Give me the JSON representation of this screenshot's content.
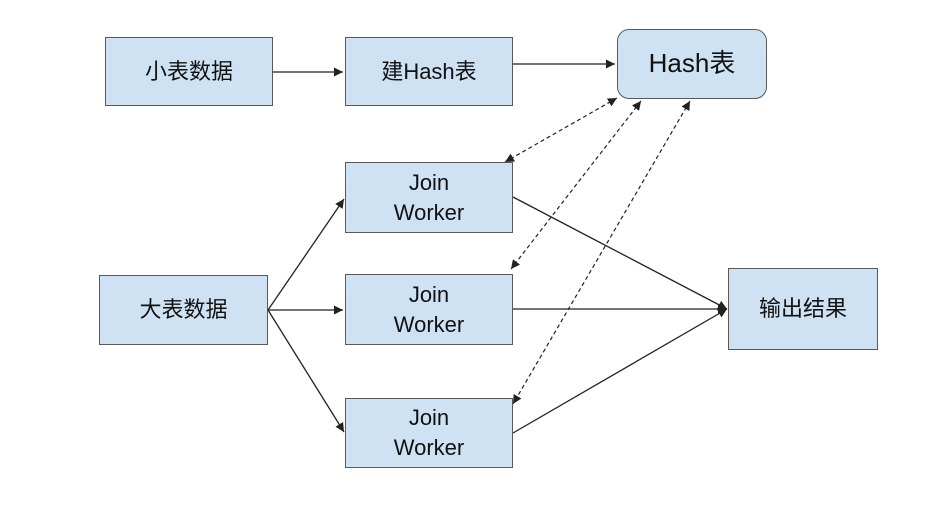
{
  "diagram": {
    "nodes": {
      "small_table_data": "小表数据",
      "build_hash_table": "建Hash表",
      "hash_table": "Hash表",
      "big_table_data": "大表数据",
      "join_worker_1": "Join\nWorker",
      "join_worker_2": "Join\nWorker",
      "join_worker_3": "Join\nWorker",
      "output_result": "输出结果"
    },
    "edges": [
      {
        "from": "small_table_data",
        "to": "build_hash_table",
        "style": "solid"
      },
      {
        "from": "build_hash_table",
        "to": "hash_table",
        "style": "solid"
      },
      {
        "from": "big_table_data",
        "to": "join_worker_1",
        "style": "solid"
      },
      {
        "from": "big_table_data",
        "to": "join_worker_2",
        "style": "solid"
      },
      {
        "from": "big_table_data",
        "to": "join_worker_3",
        "style": "solid"
      },
      {
        "from": "join_worker_1",
        "to": "output_result",
        "style": "solid"
      },
      {
        "from": "join_worker_2",
        "to": "output_result",
        "style": "solid"
      },
      {
        "from": "join_worker_3",
        "to": "output_result",
        "style": "solid"
      },
      {
        "from": "hash_table",
        "to": "join_worker_1",
        "style": "dashed",
        "bidirectional": true
      },
      {
        "from": "hash_table",
        "to": "join_worker_2",
        "style": "dashed",
        "bidirectional": true
      },
      {
        "from": "hash_table",
        "to": "join_worker_3",
        "style": "dashed",
        "bidirectional": true
      }
    ],
    "colors": {
      "node_fill": "#cfe2f3",
      "node_border": "#595959",
      "edge": "#222222"
    }
  }
}
